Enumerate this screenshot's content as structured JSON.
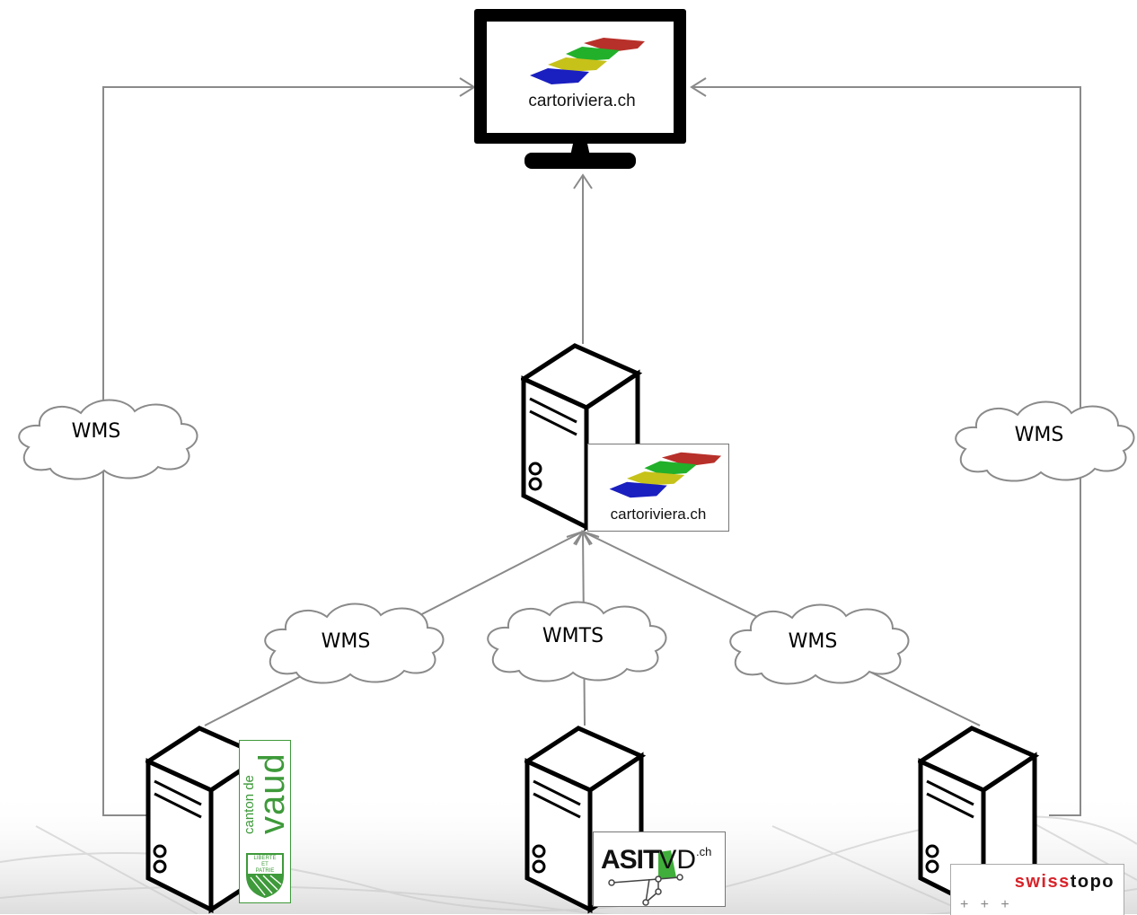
{
  "client": {
    "logo_text": "cartoriviera.ch"
  },
  "server_center": {
    "logo_text": "cartoriviera.ch"
  },
  "protocols": {
    "left": "WMS",
    "right": "WMS",
    "bottom_left": "WMS",
    "bottom_center": "WMTS",
    "bottom_right": "WMS"
  },
  "sources": {
    "vaud": {
      "line1": "canton de",
      "line2": "vaud",
      "motto_1": "LIBERTÉ",
      "motto_2": "ET",
      "motto_3": "PATRIE"
    },
    "asit": {
      "name_bold": "ASIT",
      "name_rest": "VD",
      "suffix": ".ch"
    },
    "swisstopo": {
      "part1": "swiss",
      "part2": "topo",
      "crosses": "+   +   +"
    }
  },
  "colors": {
    "connector": "#8a8a8a",
    "layer_red": "#b8302a",
    "layer_green": "#22b02a",
    "layer_yellow": "#c6c21a",
    "layer_blue": "#1a1fc0",
    "vaud_green": "#3e9a3a",
    "swisstopo_red": "#d8232a",
    "asit_green": "#3fae3a"
  }
}
